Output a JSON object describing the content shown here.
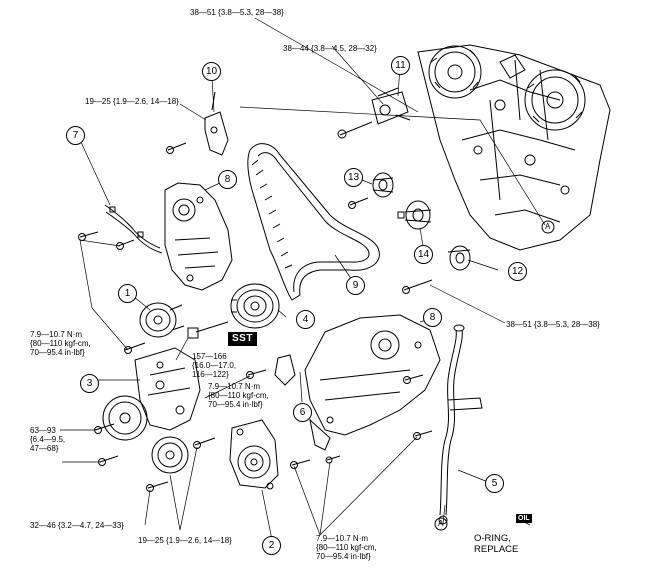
{
  "torque": {
    "t_top1": "38—51 {3.8—5.3, 28—38}",
    "t_top2": "38—44 {3.8—4.5, 28—32}",
    "t_10": "19—25 {1.9—2.6, 14—18}",
    "t_right": "38—51 {3.8—5.3, 28—38}",
    "t_left_a": [
      "7.9—10.7 N·m",
      "{80—110 kgf-cm,",
      "70—95.4 in·lbf}"
    ],
    "t_crank": [
      "157—166",
      "{16.0—17.0,",
      "116—122}"
    ],
    "t_mid": [
      "7.9—10.7 N·m",
      "{80—110 kgf-cm,",
      "70—95.4 in·lbf}"
    ],
    "t_63": [
      "63—93",
      "{6.4—9.5,",
      "47—68}"
    ],
    "t_32": "32—46 {3.2—4.7, 24—33}",
    "t_bottom19": "19—25 {1.9—2.6, 14—18}",
    "t_bottom": [
      "7.9—10.7 N·m",
      "{80—110 kgf-cm,",
      "70—95.4 in·lbf}"
    ]
  },
  "tags": {
    "sst": "SST",
    "oil": "OIL",
    "oring": [
      "O-RING,",
      "REPLACE"
    ],
    "a": "A"
  },
  "callouts": [
    "1",
    "2",
    "3",
    "4",
    "5",
    "6",
    "7",
    "8",
    "9",
    "10",
    "11",
    "12",
    "13",
    "14"
  ]
}
